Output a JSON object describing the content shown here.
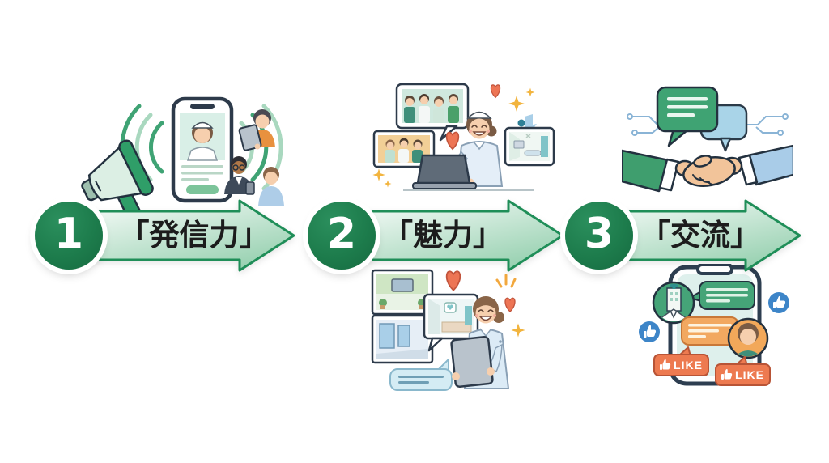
{
  "diagram": {
    "type": "three-step process infographic",
    "language": "ja",
    "background": "#ffffff"
  },
  "colors": {
    "step_circle_green": "#1d7c4c",
    "arrow_outline_green": "#1f8e58",
    "arrow_fill_light": "#fafdfb",
    "arrow_fill_dark": "#8fcdaa",
    "label_text": "#1c1c1c",
    "heart_coral": "#ed7555",
    "sparkle_gold": "#f2b43e",
    "like_badge_orange": "#ed7a50",
    "thumb_circle_blue": "#3d85c8",
    "chat_green": "#45a478",
    "chat_orange": "#f2a860",
    "circuit_blue": "#8ab4d6"
  },
  "steps": [
    {
      "number": "1",
      "label": "「発信力」",
      "icons": [
        "megaphone-icon",
        "sound-waves-icon",
        "smartphone-nurse-profile-icon",
        "audience-people-icon"
      ]
    },
    {
      "number": "2",
      "label": "「魅力」",
      "icons": [
        "staff-photo-bubble-icon",
        "staff-photo-icon",
        "heart-icon",
        "sparkle-icon",
        "tap-cursor-icon",
        "exam-room-photo-icon",
        "nurse-at-laptop-icon",
        "clinic-interior-photo-icons",
        "nurse-with-tablet-icon",
        "speech-bubble-icon"
      ]
    },
    {
      "number": "3",
      "label": "「交流」",
      "icons": [
        "chat-bubbles-icon",
        "circuit-lines-icon",
        "handshake-icon",
        "smartphone-chat-icon",
        "hospital-avatar-icon",
        "person-avatar-icon",
        "thumbs-up-icon",
        "like-badge"
      ],
      "like_label": "LIKE"
    }
  ]
}
